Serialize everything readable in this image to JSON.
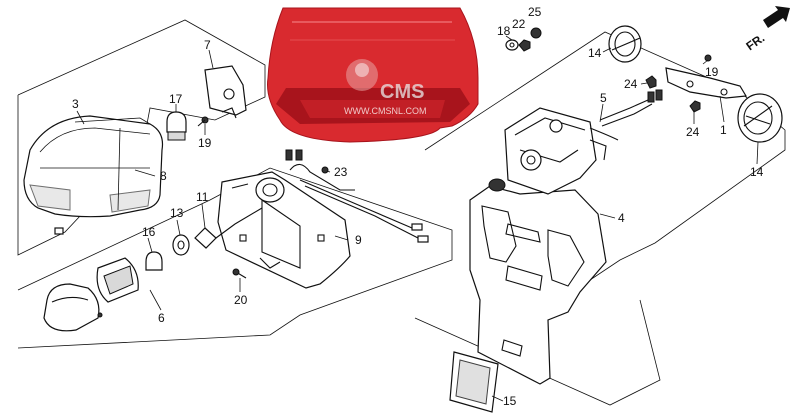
{
  "diagram": {
    "callouts": [
      "1",
      "3",
      "4",
      "5",
      "6",
      "7",
      "8",
      "9",
      "11",
      "13",
      "14",
      "14",
      "15",
      "16",
      "17",
      "18",
      "19",
      "19",
      "20",
      "22",
      "23",
      "24",
      "24",
      "25"
    ],
    "direction_marker": "FR.",
    "watermark": {
      "brand": "CMS",
      "site": "WWW.CMSNL.COM"
    }
  },
  "colors": {
    "lens_red": "#d92a2f",
    "lens_dark": "#a8141c",
    "line": "#111111"
  }
}
